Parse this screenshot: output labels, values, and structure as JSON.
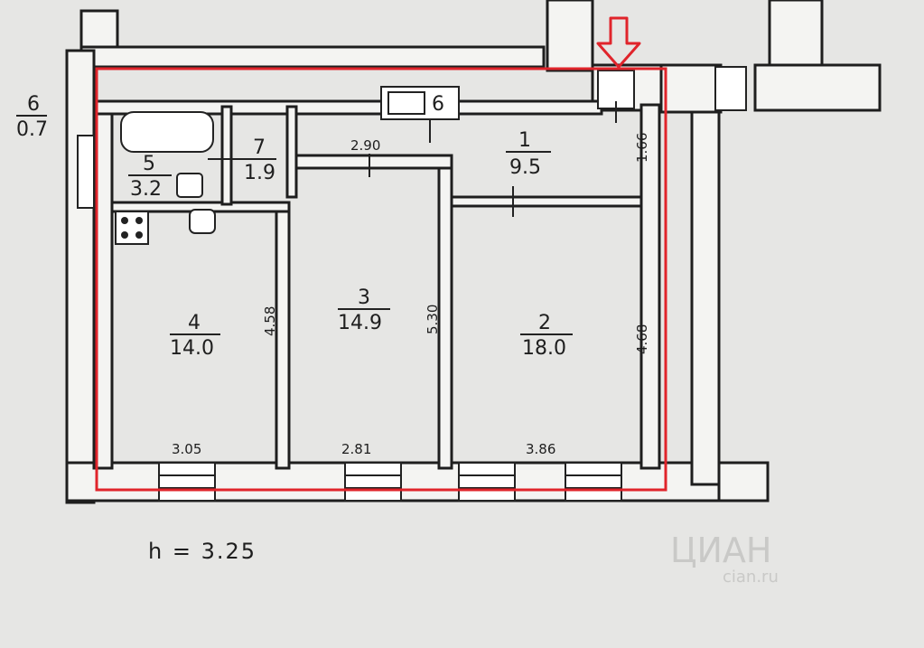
{
  "rooms": [
    {
      "number": "1",
      "area": "9.5"
    },
    {
      "number": "2",
      "area": "18.0"
    },
    {
      "number": "3",
      "area": "14.9"
    },
    {
      "number": "4",
      "area": "14.0"
    },
    {
      "number": "5",
      "area": "3.2"
    },
    {
      "number": "6",
      "area": "0.7"
    },
    {
      "number": "7",
      "area": "1.9"
    }
  ],
  "balcony_label": "6",
  "dimensions": {
    "room1_width": "2.90",
    "room1_depth": "1.66",
    "room2_depth": "4.68",
    "room2_width": "3.86",
    "room3_depth": "5.30",
    "room3_width": "2.81",
    "room4_depth": "4.58",
    "room4_width": "3.05"
  },
  "ceiling_height": "h = 3.25",
  "watermark": {
    "brand": "ЦИАН",
    "sub": "cian.ru"
  },
  "highlight": {
    "color": "#e0242b",
    "shape": "rectangle outline"
  },
  "entrance_marker": {
    "color": "#e0242b",
    "icon": "arrow-down-icon"
  }
}
